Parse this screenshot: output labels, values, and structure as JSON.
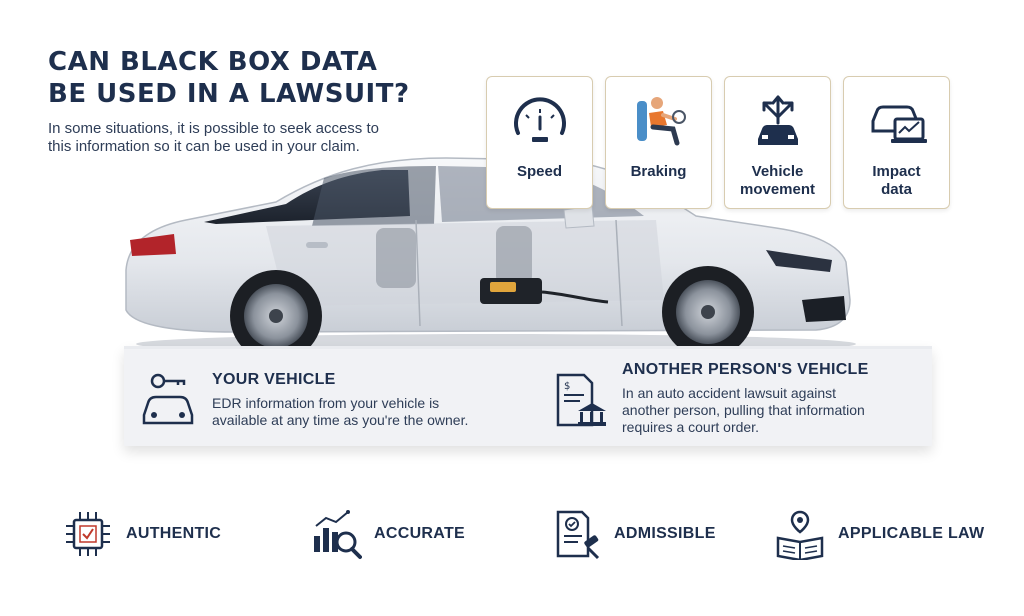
{
  "header": {
    "title_line1": "CAN BLACK BOX DATA",
    "title_line2": "BE USED IN A LAWSUIT?",
    "subtitle_line1": "In some situations, it is possible to seek access to",
    "subtitle_line2": "this information so it can be used in your claim."
  },
  "cards": [
    {
      "line1": "Speed",
      "line2": "",
      "icon": "speedometer-icon"
    },
    {
      "line1": "Braking",
      "line2": "",
      "icon": "driver-braking-icon"
    },
    {
      "line1": "Vehicle",
      "line2": "movement",
      "icon": "car-direction-arrows-icon"
    },
    {
      "line1": "Impact",
      "line2": "data",
      "icon": "car-impact-laptop-icon"
    }
  ],
  "panel": {
    "left": {
      "title": "YOUR VEHICLE",
      "text_line1": "EDR information from your vehicle is",
      "text_line2": "available at any time as you're the owner.",
      "icon": "car-key-icon"
    },
    "right": {
      "title": "ANOTHER PERSON'S VEHICLE",
      "text_line1": "In an auto accident lawsuit against",
      "text_line2": "another person, pulling that information",
      "text_line3": "requires a court order.",
      "icon": "legal-document-courthouse-icon"
    }
  },
  "bottom": [
    {
      "label": "AUTHENTIC",
      "icon": "chip-checklist-icon"
    },
    {
      "label": "ACCURATE",
      "icon": "chart-magnifier-icon"
    },
    {
      "label": "ADMISSIBLE",
      "icon": "document-gavel-icon"
    },
    {
      "label": "APPLICABLE LAW",
      "icon": "map-book-icon"
    }
  ],
  "colors": {
    "navy": "#1e2f4d",
    "card_border": "#d8ccb0",
    "panel_bg": "#f1f2f5"
  }
}
